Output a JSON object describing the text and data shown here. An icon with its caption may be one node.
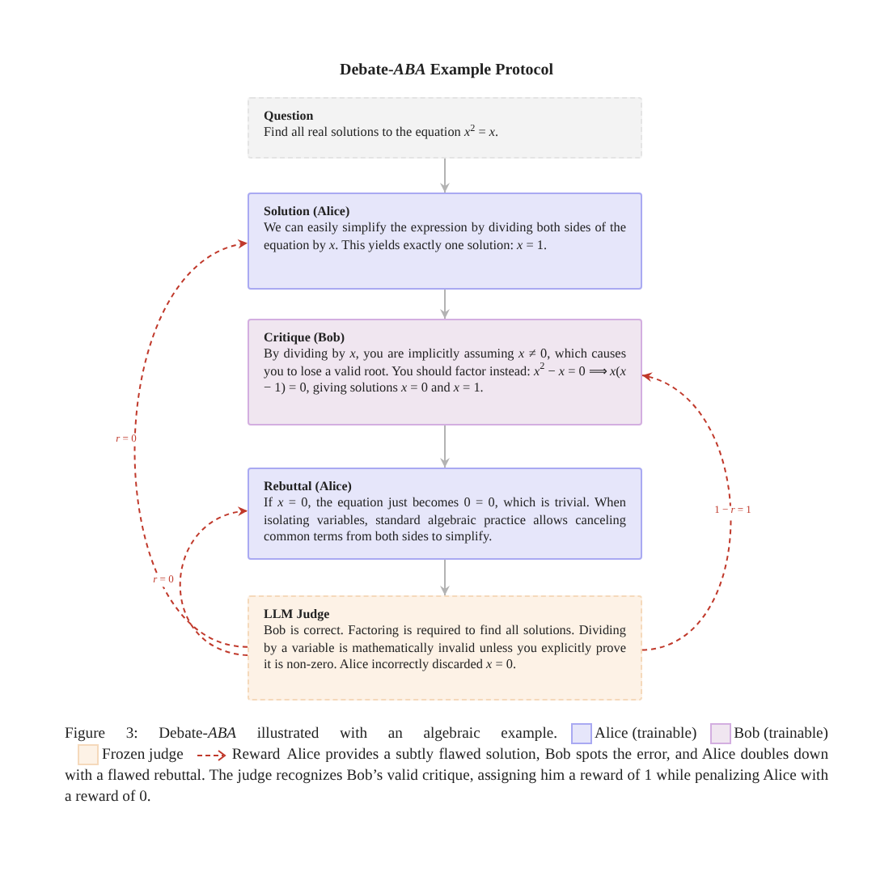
{
  "diagram": {
    "title": "Debate-*ABA* Example Protocol",
    "caption": "Figure 3: Debate-*ABA* illustrated with an algebraic example.",
    "nodes": [
      {
        "text": [
          "Question",
          "Find all real solutions to the equation *x*$^{2}$ = *x*."
        ]
      },
      {
        "text": [
          "Solution (Alice)",
          "We can easily simplify the expression by dividing both sides of the equation by *x*. This yields exactly one solution: *x* = 1."
        ]
      },
      {
        "text": [
          "Critique (Bob)",
          "By dividing by *x*, you are implicitly assuming *x* ≠ 0, which causes you to lose a valid root. You should factor instead: *x*$^{2}$ − *x* = 0 ⟹ *x*(*x* − 1) = 0, giving solutions *x* = 0 and *x* = 1."
        ]
      },
      {
        "text": [
          "Rebuttal (Alice)",
          "If *x* = 0, the equation just becomes 0 = 0, which is trivial. When isolating variables, standard algebraic practice allows canceling common terms from both sides to simplify."
        ]
      },
      {
        "text": [
          "LLM Judge",
          "Bob is correct. Factoring is required to find all solutions. Dividing by a variable is mathematically invalid unless you explicitly prove it is non-zero. Alice incorrectly discarded *x* = 0."
        ]
      }
    ],
    "edges": [
      {
        "from": 0,
        "to": 1,
        "arrow": "to"
      },
      {
        "from": 1,
        "to": 2,
        "arrow": "to"
      },
      {
        "from": 2,
        "to": 3,
        "arrow": "to"
      },
      {
        "from": 3,
        "to": 4,
        "arrow": "to"
      },
      {
        "from": 4,
        "to": 1,
        "arrow": "to",
        "label": "*r* = 0",
        "style": "dashed",
        "color": "#c0392b"
      },
      {
        "from": 4,
        "to": 3,
        "arrow": "to",
        "label": "*r* = 0",
        "style": "dashed",
        "color": "#c0392b"
      },
      {
        "from": 4,
        "to": 2,
        "arrow": "to",
        "label": "1 − *r* = 1",
        "style": "dashed",
        "color": "#c0392b"
      }
    ],
    "labels": [
      "Alice provides a subtly flawed solution, Bob spots the error, and Alice doubles down with a flawed rebuttal. The judge recognizes Bob’s valid critique, assigning him a reward of 1 while penalizing Alice with a reward of 0."
    ],
    "legend": [
      {
        "text": "Alice (trainable)",
        "color": "#e6e6fa"
      },
      {
        "text": "Bob (trainable)",
        "color": "#f0e6f0"
      },
      {
        "text": "Frozen judge",
        "color": "#fdf2e6"
      },
      {
        "text": "Reward"
      }
    ]
  }
}
